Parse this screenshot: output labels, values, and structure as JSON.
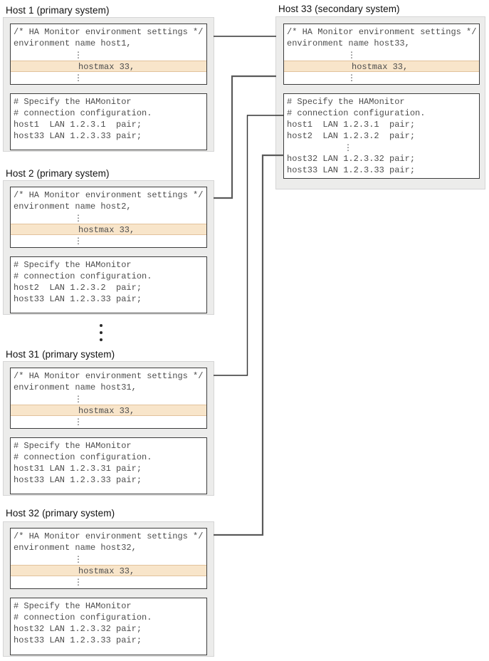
{
  "dots": "⋮",
  "colors": {
    "highlight_bg": "#f8e5ca",
    "highlight_border": "#e2c29c",
    "connector_thin": "#333333",
    "connector_thick": "#5a5a5a"
  },
  "hosts": {
    "h1": {
      "label": "Host 1 (primary system)",
      "env_line1": "/* HA Monitor environment settings */",
      "env_line2": "environment name host1,",
      "env_highlight": "hostmax 33,",
      "conn_line1": "# Specify the HAMonitor",
      "conn_line2": "# connection configuration.",
      "conn_rows": [
        "host1  LAN 1.2.3.1  pair;",
        "host33 LAN 1.2.3.33 pair;"
      ]
    },
    "h2": {
      "label": "Host 2 (primary system)",
      "env_line1": "/* HA Monitor environment settings */",
      "env_line2": "environment name host2,",
      "env_highlight": "hostmax 33,",
      "conn_line1": "# Specify the HAMonitor",
      "conn_line2": "# connection configuration.",
      "conn_rows": [
        "host2  LAN 1.2.3.2  pair;",
        "host33 LAN 1.2.3.33 pair;"
      ]
    },
    "h31": {
      "label": "Host 31 (primary system)",
      "env_line1": "/* HA Monitor environment settings */",
      "env_line2": "environment name host31,",
      "env_highlight": "hostmax 33,",
      "conn_line1": "# Specify the HAMonitor",
      "conn_line2": "# connection configuration.",
      "conn_rows": [
        "host31 LAN 1.2.3.31 pair;",
        "host33 LAN 1.2.3.33 pair;"
      ]
    },
    "h32": {
      "label": "Host 32 (primary system)",
      "env_line1": "/* HA Monitor environment settings */",
      "env_line2": "environment name host32,",
      "env_highlight": "hostmax 33,",
      "conn_line1": "# Specify the HAMonitor",
      "conn_line2": "# connection configuration.",
      "conn_rows": [
        "host32 LAN 1.2.3.32 pair;",
        "host33 LAN 1.2.3.33 pair;"
      ]
    },
    "h33": {
      "label": "Host 33 (secondary system)",
      "env_line1": "/* HA Monitor environment settings */",
      "env_line2": "environment name host33,",
      "env_highlight": "hostmax 33,",
      "conn_line1": "# Specify the HAMonitor",
      "conn_line2": "# connection configuration.",
      "conn_rows_top": [
        "host1  LAN 1.2.3.1  pair;",
        "host2  LAN 1.2.3.2  pair;"
      ],
      "conn_rows_bottom": [
        "host32 LAN 1.2.3.32 pair;",
        "host33 LAN 1.2.3.33 pair;"
      ]
    }
  }
}
